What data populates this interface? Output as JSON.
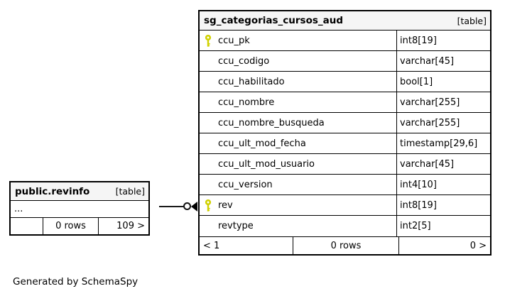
{
  "page": {
    "credit": "Generated by SchemaSpy"
  },
  "colors": {
    "header_bg": "#f5f5f5",
    "border": "#000000",
    "key_icon": "#d0d100",
    "connector": "#1a1a1a"
  },
  "icons": {
    "primary_key": "key-icon",
    "relationship_end": "circle-arrow-marker"
  },
  "main_table": {
    "title": "sg_categorias_cursos_aud",
    "badge": "[table]",
    "columns": [
      {
        "name": "ccu_pk",
        "type": "int8[19]",
        "key": true
      },
      {
        "name": "ccu_codigo",
        "type": "varchar[45]",
        "key": false
      },
      {
        "name": "ccu_habilitado",
        "type": "bool[1]",
        "key": false
      },
      {
        "name": "ccu_nombre",
        "type": "varchar[255]",
        "key": false
      },
      {
        "name": "ccu_nombre_busqueda",
        "type": "varchar[255]",
        "key": false
      },
      {
        "name": "ccu_ult_mod_fecha",
        "type": "timestamp[29,6]",
        "key": false
      },
      {
        "name": "ccu_ult_mod_usuario",
        "type": "varchar[45]",
        "key": false
      },
      {
        "name": "ccu_version",
        "type": "int4[10]",
        "key": false
      },
      {
        "name": "rev",
        "type": "int8[19]",
        "key": true
      },
      {
        "name": "revtype",
        "type": "int2[5]",
        "key": false
      }
    ],
    "footer": {
      "left": "< 1",
      "center": "0 rows",
      "right": "0 >"
    }
  },
  "related_table": {
    "title": "public.revinfo",
    "badge": "[table]",
    "collapsed_columns": "...",
    "footer": {
      "left": "",
      "center": "0 rows",
      "right": "109 >"
    }
  }
}
